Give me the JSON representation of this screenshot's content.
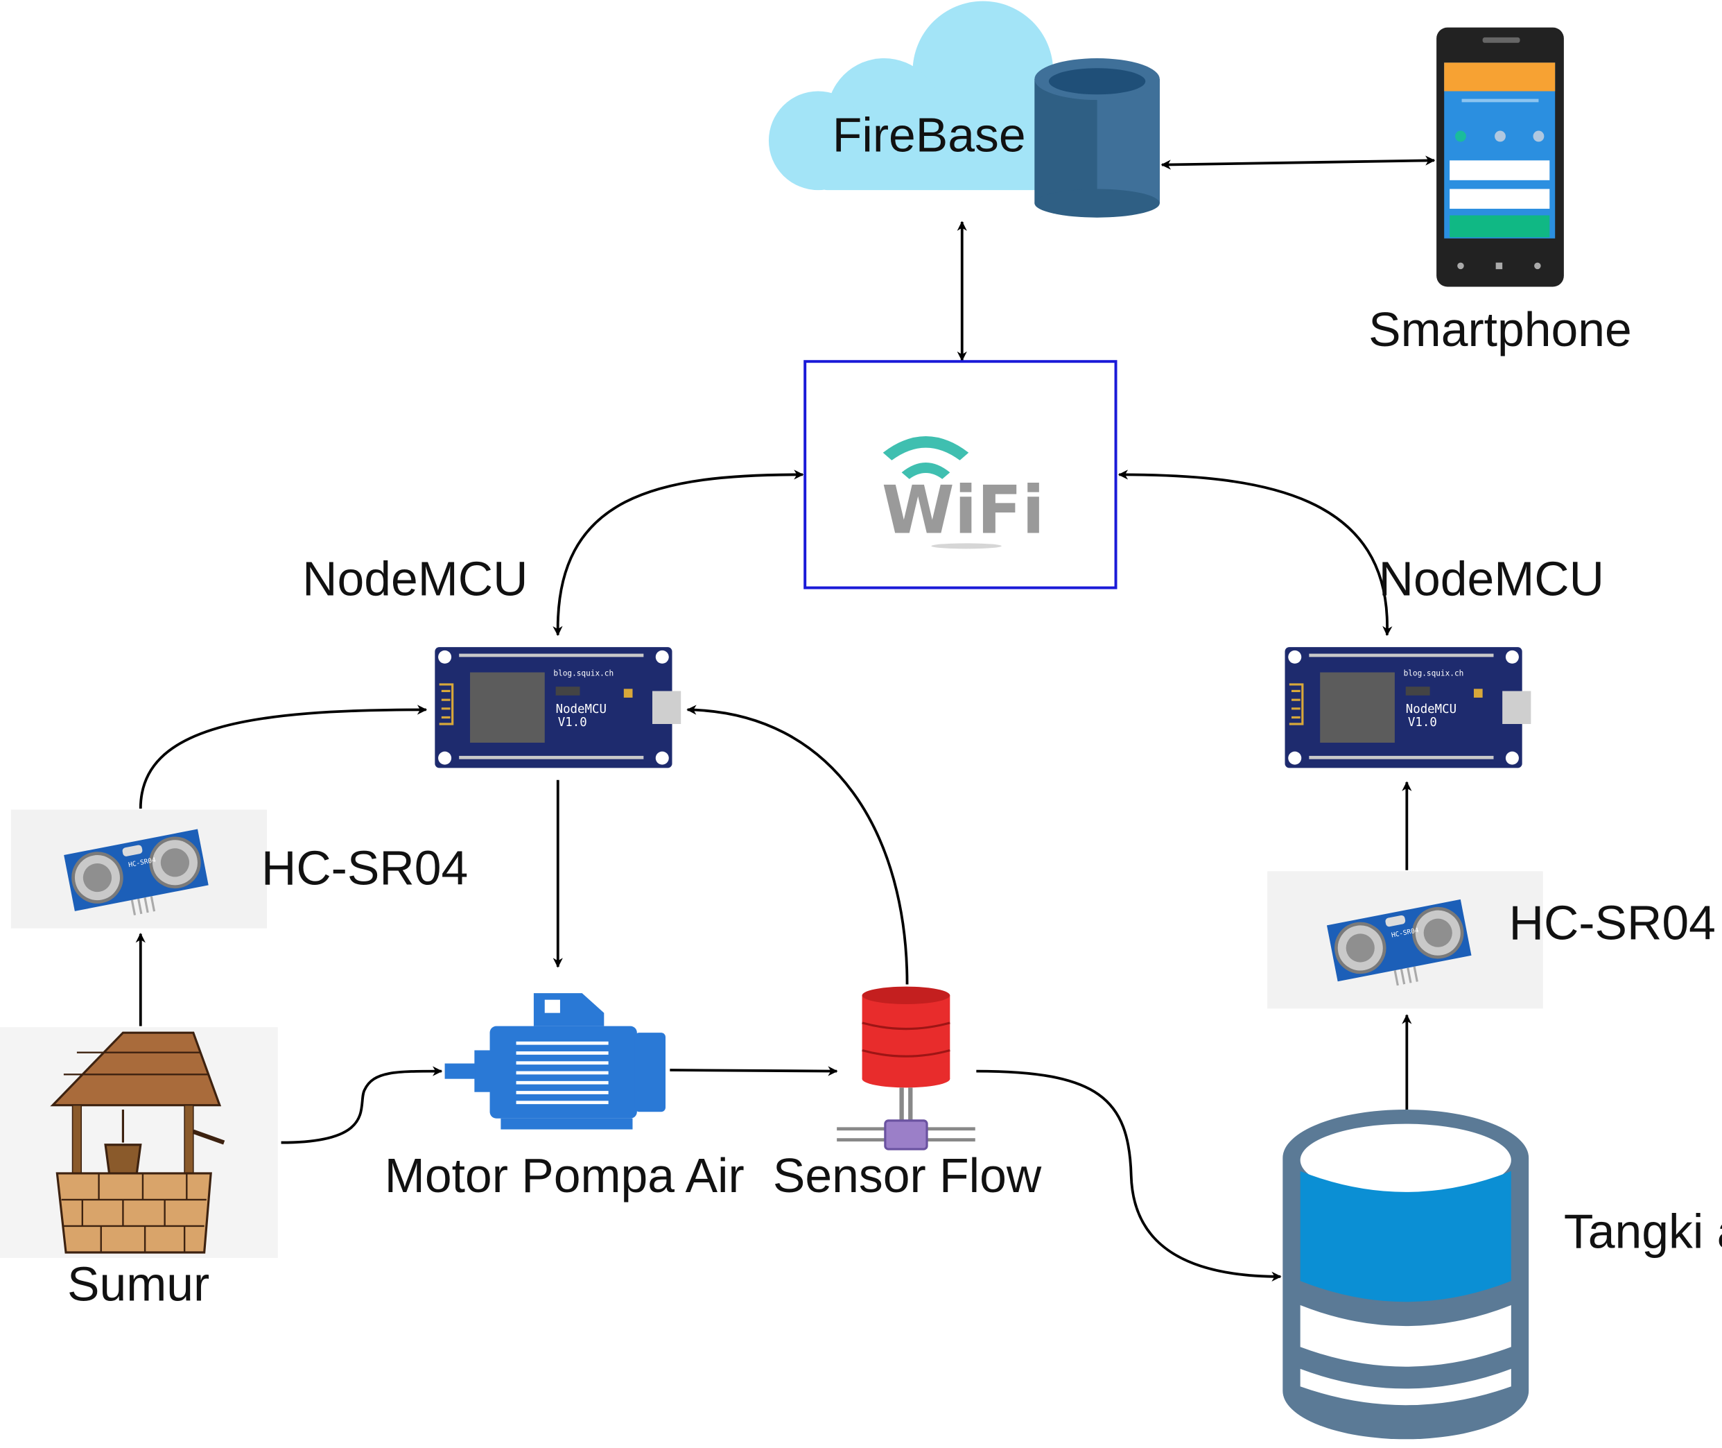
{
  "nodes": {
    "firebase": "FireBase",
    "smartphone": "Smartphone",
    "wifi": "WiFi",
    "nodemcu_left": "NodeMCU",
    "nodemcu_right": "NodeMCU",
    "sensor_left": "HC-SR04",
    "sensor_right": "HC-SR04",
    "well": "Sumur",
    "pump": "Motor Pompa Air",
    "flow_sensor": "Sensor Flow",
    "tank": "Tangki air"
  },
  "board_text": {
    "name": "NodeMCU",
    "version": "V1.0",
    "site": "blog.squix.ch",
    "chip": "HC-SR04"
  },
  "colors": {
    "wifi_border": "#1a1ad8",
    "wifi_teal": "#3fbfb0",
    "wifi_gray": "#9a9a9a",
    "cloud": "#a3e4f7",
    "db_cylinder": "#2f5f84",
    "pump_blue": "#2a79d6",
    "flow_red": "#e82c2c",
    "tank_blue": "#0b8fd4",
    "tank_outline": "#5b7a96",
    "board_navy": "#1e2b6e",
    "sensor_blue": "#1c5fb8"
  },
  "icons": {
    "cloud": "cloud-icon",
    "database": "database-icon",
    "phone": "smartphone-icon",
    "wifi": "wifi-logo",
    "board": "nodemcu-board-icon",
    "ultrasonic": "ultrasonic-sensor-icon",
    "well": "well-icon",
    "pump": "motor-pump-icon",
    "flow": "flow-sensor-icon",
    "tank": "water-tank-icon"
  }
}
